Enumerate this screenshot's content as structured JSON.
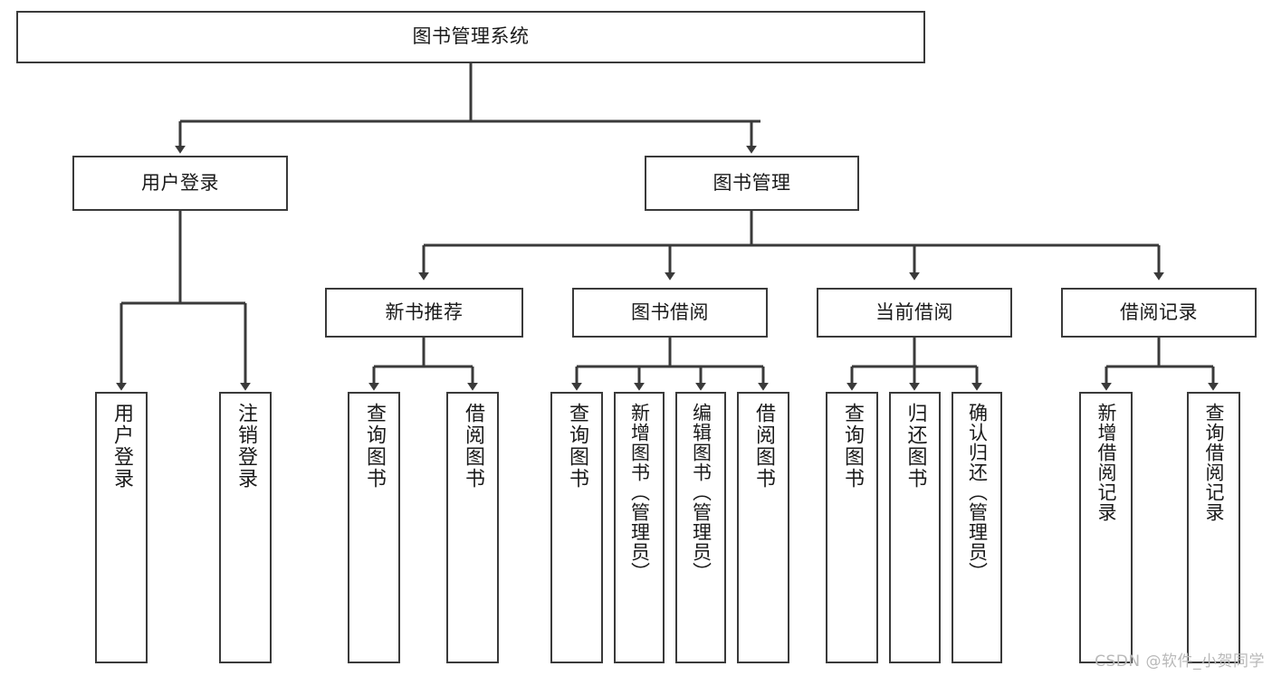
{
  "diagram": {
    "title": "图书管理系统",
    "type": "tree",
    "watermark": "CSDN @软件_小贺同学",
    "colors": {
      "box_border": "#3a3a3a",
      "box_fill": "#ffffff",
      "connector": "#3a3a3a",
      "text": "#1a1a1a",
      "watermark": "#b9b9b9"
    },
    "root": {
      "id": "root",
      "label": "图书管理系统",
      "orientation": "horizontal"
    },
    "level1": [
      {
        "id": "user-login",
        "label": "用户登录",
        "orientation": "horizontal"
      },
      {
        "id": "book-manage",
        "label": "图书管理",
        "orientation": "horizontal"
      }
    ],
    "level2": [
      {
        "id": "new-book-recommend",
        "label": "新书推荐",
        "orientation": "horizontal",
        "parent": "book-manage"
      },
      {
        "id": "book-borrow",
        "label": "图书借阅",
        "orientation": "horizontal",
        "parent": "book-manage"
      },
      {
        "id": "current-borrow",
        "label": "当前借阅",
        "orientation": "horizontal",
        "parent": "book-manage"
      },
      {
        "id": "borrow-record",
        "label": "借阅记录",
        "orientation": "horizontal",
        "parent": "book-manage"
      }
    ],
    "leaves": [
      {
        "id": "leaf-user-login",
        "label": "用户登录",
        "orientation": "vertical",
        "parent": "user-login"
      },
      {
        "id": "leaf-logout",
        "label": "注销登录",
        "orientation": "vertical",
        "parent": "user-login"
      },
      {
        "id": "leaf-query-book-1",
        "label": "查询图书",
        "orientation": "vertical",
        "parent": "new-book-recommend"
      },
      {
        "id": "leaf-borrow-book-1",
        "label": "借阅图书",
        "orientation": "vertical",
        "parent": "new-book-recommend"
      },
      {
        "id": "leaf-query-book-2",
        "label": "查询图书",
        "orientation": "vertical",
        "parent": "book-borrow"
      },
      {
        "id": "leaf-add-book",
        "label": "新增图书（管理员）",
        "orientation": "vertical",
        "parent": "book-borrow"
      },
      {
        "id": "leaf-edit-book",
        "label": "编辑图书（管理员）",
        "orientation": "vertical",
        "parent": "book-borrow"
      },
      {
        "id": "leaf-borrow-book-2",
        "label": "借阅图书",
        "orientation": "vertical",
        "parent": "book-borrow"
      },
      {
        "id": "leaf-query-book-3",
        "label": "查询图书",
        "orientation": "vertical",
        "parent": "current-borrow"
      },
      {
        "id": "leaf-return-book",
        "label": "归还图书",
        "orientation": "vertical",
        "parent": "current-borrow"
      },
      {
        "id": "leaf-confirm-return",
        "label": "确认归还（管理员）",
        "orientation": "vertical",
        "parent": "current-borrow"
      },
      {
        "id": "leaf-add-record",
        "label": "新增借阅记录",
        "orientation": "vertical",
        "parent": "borrow-record"
      },
      {
        "id": "leaf-query-record",
        "label": "查询借阅记录",
        "orientation": "vertical",
        "parent": "borrow-record"
      }
    ]
  }
}
